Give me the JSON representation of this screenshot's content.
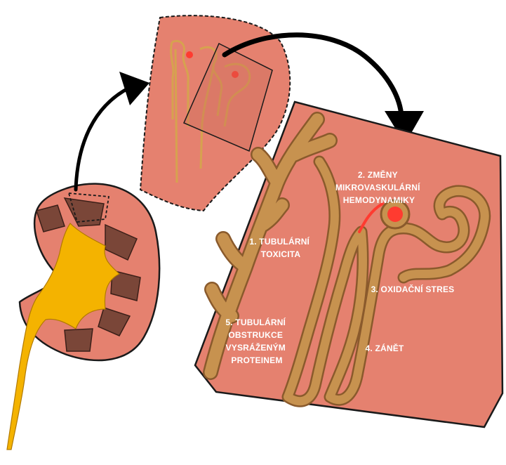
{
  "labels": {
    "mechanism_1": [
      "1. TUBULÁRNÍ",
      "TOXICITA"
    ],
    "mechanism_2": [
      "2. ZMĚNY",
      "MIKROVASKULÁRNÍ",
      "HEMODYNAMIKY"
    ],
    "mechanism_3": [
      "3. OXIDAČNÍ STRES"
    ],
    "mechanism_4": [
      "4. ZÁNĚT"
    ],
    "mechanism_5": [
      "5. TUBULÁRNÍ",
      "OBSTRUKCE",
      "VYSRÁŽENÝM",
      "PROTEINEM"
    ]
  },
  "colors": {
    "tissue": "#e5816f",
    "tissue_dark": "#c8695a",
    "outline": "#1a1a1a",
    "tubule": "#c7924f",
    "tubule_edge": "#8a5a2c",
    "pyramid": "#7a4638",
    "pelvis": "#f4b300",
    "glomerulus": "#ff3b30",
    "label_text": "#ffffff",
    "arrow": "#000000"
  }
}
